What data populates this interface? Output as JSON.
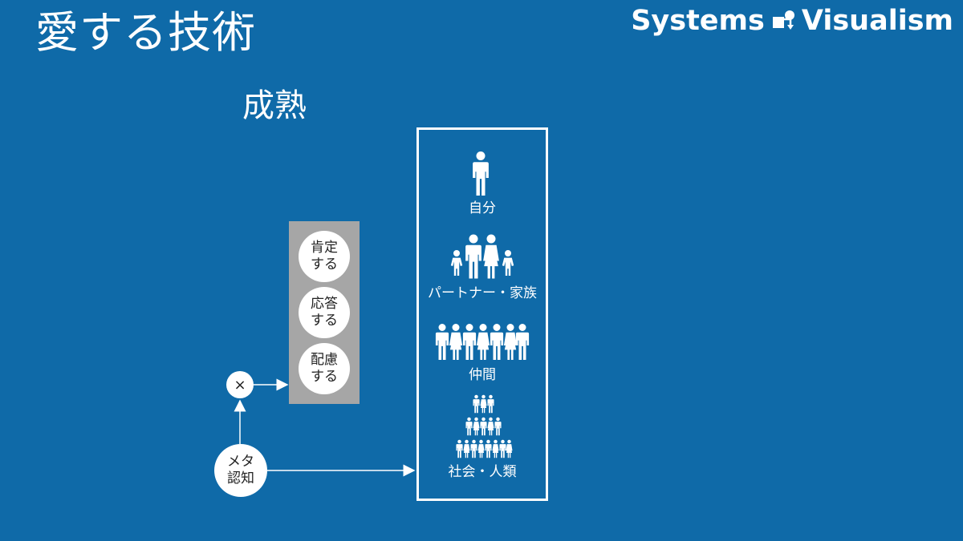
{
  "title": "愛する技術",
  "brand": {
    "name": "Systems",
    "name2": "Visualism"
  },
  "subtitle": "成熟",
  "actions": [
    {
      "line1": "肯定",
      "line2": "する"
    },
    {
      "line1": "応答",
      "line2": "する"
    },
    {
      "line1": "配慮",
      "line2": "する"
    }
  ],
  "multiply_symbol": "×",
  "meta": {
    "line1": "メタ",
    "line2": "認知"
  },
  "scopes": [
    {
      "label": "自分",
      "icon": "single-person-icon"
    },
    {
      "label": "パートナー・家族",
      "icon": "family-icon"
    },
    {
      "label": "仲間",
      "icon": "group-icon"
    },
    {
      "label": "社会・人類",
      "icon": "crowd-icon"
    }
  ],
  "colors": {
    "background": "#0f6aa8",
    "foreground": "#ffffff",
    "panel": "#a6a6a6"
  }
}
